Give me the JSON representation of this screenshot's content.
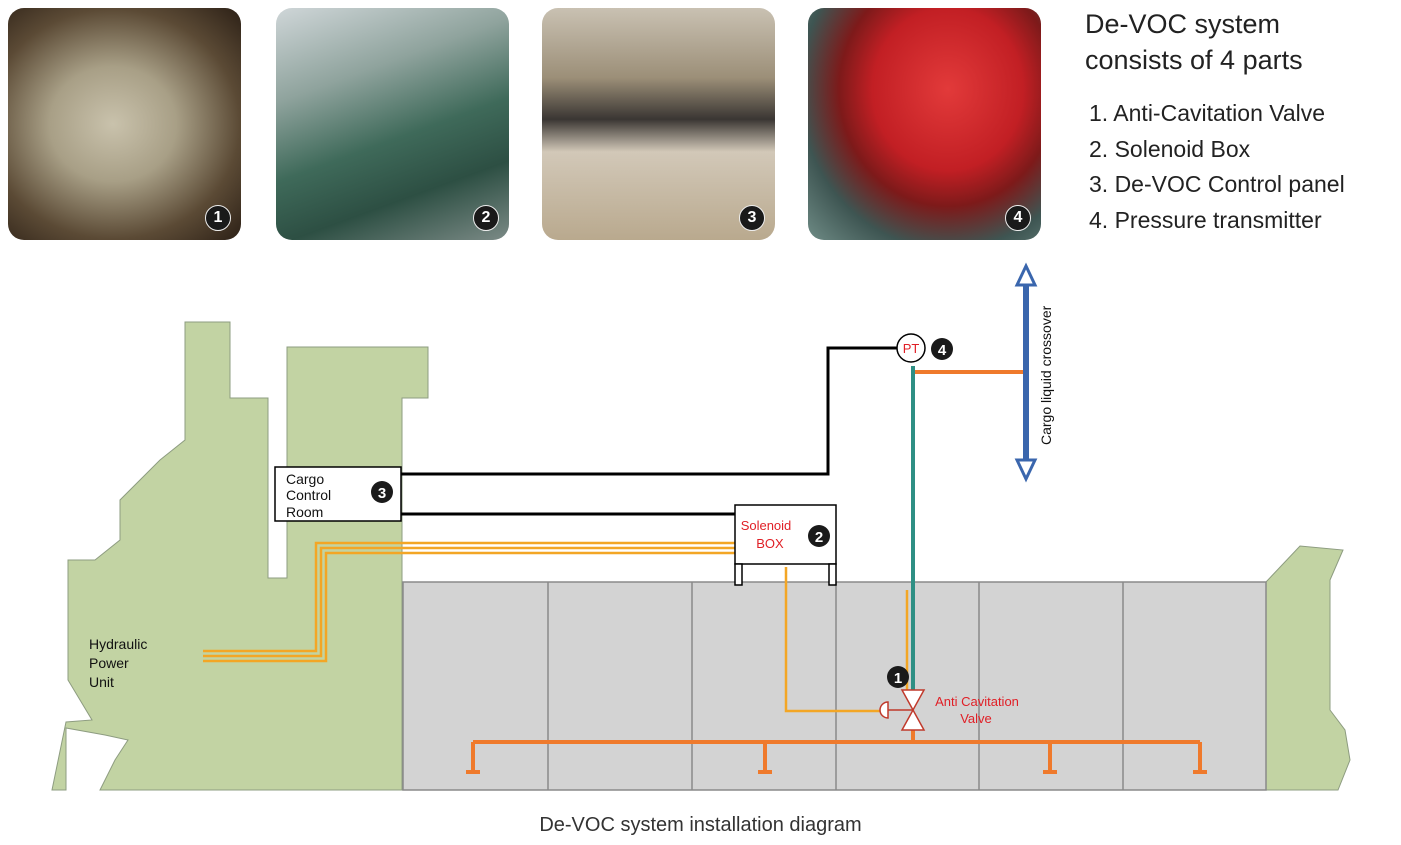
{
  "photos": [
    {
      "badge": "1",
      "subject": "anti-cavitation-valve"
    },
    {
      "badge": "2",
      "subject": "solenoid-box"
    },
    {
      "badge": "3",
      "subject": "control-panel"
    },
    {
      "badge": "4",
      "subject": "pressure-transmitter"
    }
  ],
  "heading": {
    "line1": "De-VOC system",
    "line2": "consists of 4 parts"
  },
  "parts": [
    "1. Anti-Cavitation Valve",
    "2. Solenoid Box",
    "3. De-VOC Control panel",
    "4. Pressure transmitter"
  ],
  "diagram": {
    "ccr_line1": "Cargo",
    "ccr_line2": "Control",
    "ccr_line3": "Room",
    "ccr_badge": "3",
    "solenoid_line1": "Solenoid",
    "solenoid_line2": "BOX",
    "solenoid_badge": "2",
    "pt_label": "PT",
    "pt_badge": "4",
    "hpu_line1": "Hydraulic",
    "hpu_line2": "Power",
    "hpu_line3": "Unit",
    "valve_line1": "Anti Cavitation",
    "valve_line2": "Valve",
    "valve_badge": "1",
    "crossover_label": "Cargo liquid crossover"
  },
  "colors": {
    "hull": "#c2d3a3",
    "tank": "#d3d3d3",
    "signal_line": "#000000",
    "hydraulic_line": "#f3a625",
    "cargo_pipe": "#ef7a2c",
    "teal_pipe": "#2e8f84",
    "crossover": "#3a66ad",
    "red_label": "#e01f26"
  },
  "caption": "De-VOC system installation diagram"
}
